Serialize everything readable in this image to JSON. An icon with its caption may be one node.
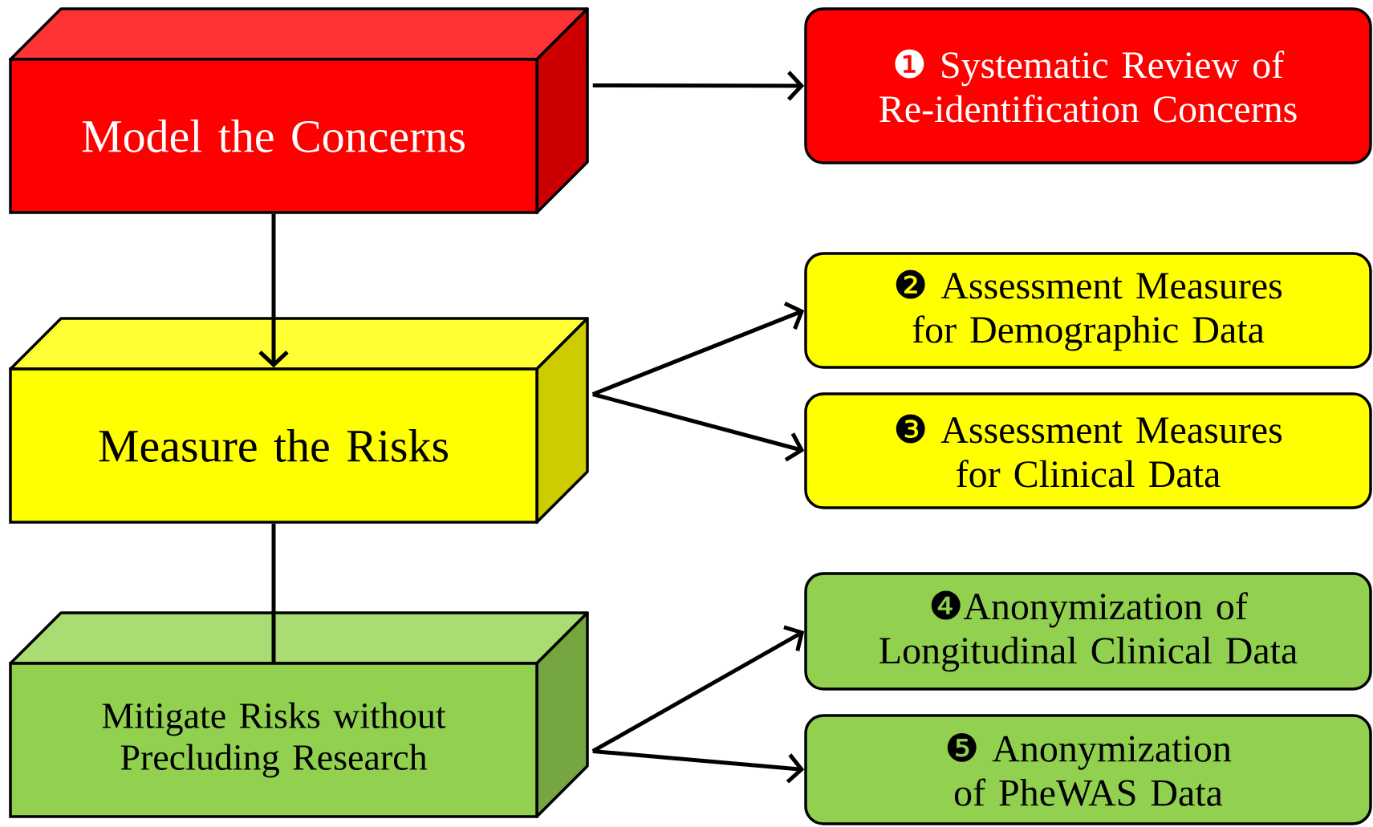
{
  "diagram": {
    "nodes": [
      {
        "text": [
          "Model the Concerns"
        ]
      },
      {
        "text": [
          "❶ Systematic Review of Re-identification Concerns"
        ]
      },
      {
        "text": [
          "Measure the Risks"
        ]
      },
      {
        "text": [
          "❷ Assessment Measures for Demographic Data"
        ]
      },
      {
        "text": [
          "❸ Assessment Measures for Clinical Data"
        ]
      },
      {
        "text": [
          "Mitigate Risks without Precluding Research"
        ]
      },
      {
        "text": [
          "❹Anonymization of Longitudinal Clinical Data"
        ]
      },
      {
        "text": [
          "❺ Anonymization of PheWAS Data"
        ]
      }
    ],
    "edges": [
      {
        "from": 0,
        "to": 1,
        "arrow": "to"
      },
      {
        "from": 0,
        "to": 2,
        "arrow": "to"
      },
      {
        "from": 2,
        "to": 3,
        "arrow": "to"
      },
      {
        "from": 2,
        "to": 4,
        "arrow": "to"
      },
      {
        "from": 2,
        "to": 5,
        "arrow": "none"
      },
      {
        "from": 5,
        "to": 6,
        "arrow": "to"
      },
      {
        "from": 5,
        "to": 7,
        "arrow": "to"
      }
    ]
  }
}
